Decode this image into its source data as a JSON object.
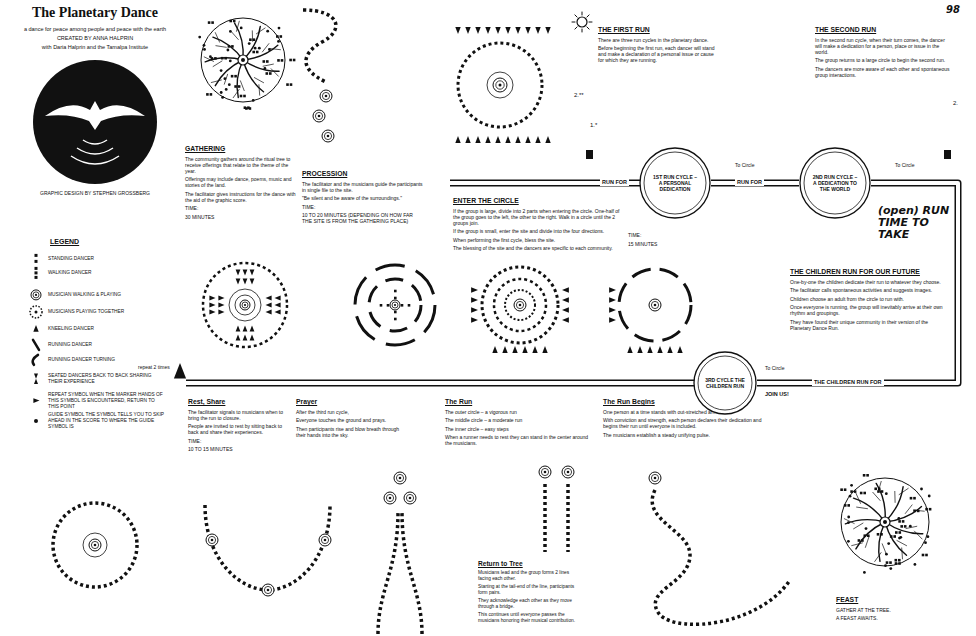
{
  "diagram": {
    "title": "The Planetary Dance",
    "nodes": [
      {
        "text": [
          "1ST RUN CYCLE – A PERSONAL DEDICATION"
        ]
      },
      {
        "text": [
          "2ND RUN CYCLE – A DEDICATION TO THE WORLD"
        ]
      },
      {
        "text": [
          "3RD CYCLE THE CHILDREN RUN"
        ]
      }
    ],
    "edges": [
      {
        "from": 0,
        "to": 1,
        "arrow": "none"
      },
      {
        "from": 1,
        "to": 2,
        "arrow": "none"
      }
    ],
    "labels": [
      "98",
      "a dance for peace among people and peace with the earth",
      "CREATED BY ANNA HALPRIN",
      "with Daria Halprin and the Tamalpa Institute",
      "GRAPHIC DESIGN BY STEPHEN GROSSBERG",
      "GATHERING",
      "The community gathers around the ritual tree to receive offerings that relate to the theme of the year.",
      "Offerings may include dance, poems, music and stories of the land.",
      "The facilitator gives instructions for the dance with the aid of the graphic score.",
      "TIME:",
      "30 MINUTES",
      "PROCESSION",
      "The facilitator and the musicians guide the participants in single file to the site.",
      "\"Be silent and be aware of the surroundings.\"",
      "TIME:",
      "10 TO 20 MINUTES (DEPENDING ON HOW FAR THE SITE IS FROM THE GATHERING PLACE)",
      "THE FIRST RUN",
      "There are three run cycles in the planetary dance.",
      "Before beginning the first run, each dancer will stand and make a declaration of a personal issue or cause for which they are running.",
      "THE SECOND RUN",
      "In the second run cycle, when their turn comes, the dancer will make a dedication for a person, place or issue in the world.",
      "The group returns to a large circle to begin the second run.",
      "The dancers are more aware of each other and spontaneous group interactions.",
      "ENTER THE CIRCLE",
      "If the group is large, divide into 2 parts when entering the circle. One-half of the group goes to the left, the other to the right. Walk in a circle until the 2 groups join.",
      "If the group is small, enter the site and divide into the four directions.",
      "When performing the first cycle, bless the site.",
      "The blessing of the site and the dancers are specific to each community.",
      "TIME:",
      "15 MINUTES",
      "2.**",
      "1.*",
      "2.",
      "RUN FOR",
      "RUN FOR",
      "To Circle",
      "To Circle",
      "(open) RUN TIME TO TAKE",
      "THE CHILDREN RUN FOR OUR FUTURE",
      "One-by-one the children dedicate their run to whatever they choose.",
      "The facilitator calls spontaneous activities and suggests images.",
      "Children choose an adult from the circle to run with.",
      "Once everyone is running, the group will inevitably arrive at their own rhythm and groupings.",
      "They have found their unique community in their version of the Planetary Dance Run.",
      "THE CHILDREN RUN FOR",
      "JOIN US!",
      "To Circle",
      "LEGEND",
      "repeat 2 times",
      "Rest, Share",
      "The facilitator signals to musicians when to bring the run to closure.",
      "People are invited to rest by sitting back to back and share their experiences.",
      "TIME:",
      "10 TO 15 MINUTES",
      "Prayer",
      "After the third run cycle,",
      "Everyone touches the ground and prays.",
      "Then participants rise and blow breath through their hands into the sky.",
      "The Run",
      "The outer circle – a vigorous run",
      "The middle circle – a moderate run",
      "The inner circle – easy steps",
      "When a runner needs to rest they can stand in the center around the musicians.",
      "The Run Begins",
      "One person at a time stands with out-stretched arms.",
      "With conviction and strength, each person declares their dedication and begins their run until everyone is included.",
      "The musicians establish a steady unifying pulse.",
      "Return to Tree",
      "Musicians lead and the group forms 2 lines facing each other.",
      "Starting at the tail-end of the line, participants form pairs.",
      "They acknowledge each other as they move through a bridge.",
      "This continues until everyone passes the musicians honoring their musical contribution.",
      "FEAST",
      "GATHER AT THE TREE.",
      "A FEAST AWAITS."
    ],
    "legend": [
      {
        "text": "STANDING DANCER"
      },
      {
        "text": "WALKING DANCER"
      },
      {
        "text": "MUSICIAN WALKING & PLAYING"
      },
      {
        "text": "MUSICIANS PLAYING TOGETHER"
      },
      {
        "text": "KNEELING DANCER"
      },
      {
        "text": "RUNNING DANCER"
      },
      {
        "text": "RUNNING DANCER TURNING"
      },
      {
        "text": "SEATED DANCERS BACK TO BACK SHARING THEIR EXPERIENCE"
      },
      {
        "text": "REPEAT SYMBOL WHEN THE MARKER HANDS OF THIS SYMBOL IS ENCOUNTERED, RETURN TO THIS POINT"
      },
      {
        "text": "GUIDE SYMBOL THE SYMBOL TELLS YOU TO SKIP AHEAD IN THE SCORE TO WHERE THE GUIDE SYMBOL IS"
      }
    ]
  }
}
